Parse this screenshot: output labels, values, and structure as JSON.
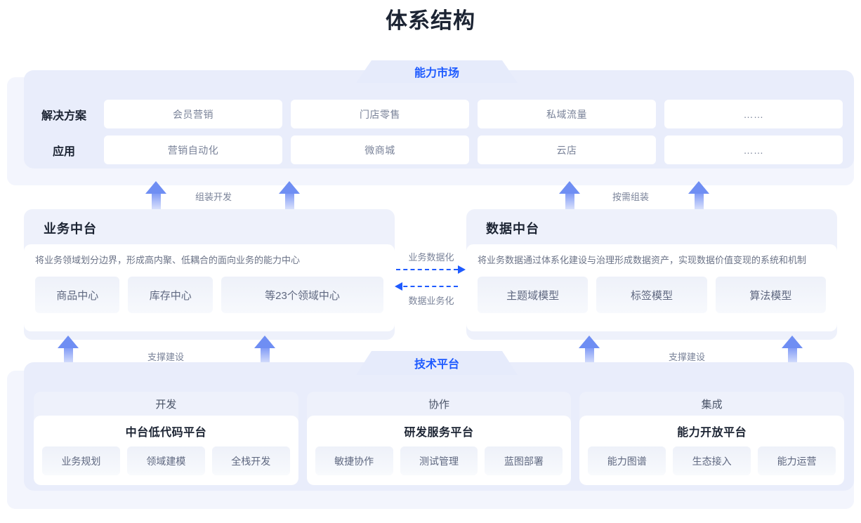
{
  "page": {
    "title": "体系结构"
  },
  "market": {
    "tab_label": "能力市场",
    "rows": [
      {
        "label": "解决方案",
        "cells": [
          "会员营销",
          "门店零售",
          "私域流量",
          "……"
        ]
      },
      {
        "label": "应用",
        "cells": [
          "营销自动化",
          "微商城",
          "云店",
          "……"
        ]
      }
    ]
  },
  "arrows": {
    "assembly_dev": "组装开发",
    "on_demand_assembly": "按需组装",
    "support_build_left": "支撑建设",
    "support_build_right": "支撑建设"
  },
  "middle": {
    "business": {
      "title": "业务中台",
      "desc": "将业务领域划分边界，形成高内聚、低耦合的面向业务的能力中心",
      "chips": [
        "商品中心",
        "库存中心",
        "等23个领域中心"
      ]
    },
    "data": {
      "title": "数据中台",
      "desc": "将业务数据通过体系化建设与治理形成数据资产，实现数据价值变现的系统和机制",
      "chips": [
        "主题域模型",
        "标签模型",
        "算法模型"
      ]
    },
    "connector": {
      "top_label": "业务数据化",
      "bottom_label": "数据业务化"
    }
  },
  "tech": {
    "tab_label": "技术平台",
    "columns": [
      {
        "head": "开发",
        "title": "中台低代码平台",
        "chips": [
          "业务规划",
          "领域建模",
          "全栈开发"
        ]
      },
      {
        "head": "协作",
        "title": "研发服务平台",
        "chips": [
          "敏捷协作",
          "测试管理",
          "蓝图部署"
        ]
      },
      {
        "head": "集成",
        "title": "能力开放平台",
        "chips": [
          "能力图谱",
          "生态接入",
          "能力运营"
        ]
      }
    ]
  },
  "colors": {
    "accent_blue": "#1f5bff",
    "arrow_blue": "#6f8ef3",
    "panel_lavender": "#e9edfb",
    "card_white": "#ffffff",
    "text_dark": "#1c2433",
    "text_muted": "#7a8399"
  }
}
